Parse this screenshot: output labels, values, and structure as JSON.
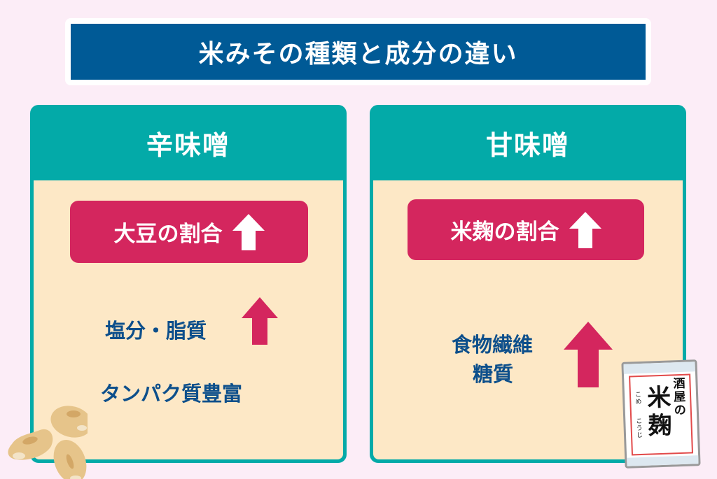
{
  "title": "米みその種類と成分の違い",
  "panels": [
    {
      "heading": "辛味噌",
      "ratio_label": "大豆の割合",
      "lines": [
        "塩分・脂質",
        "タンパク質豊富"
      ]
    },
    {
      "heading": "甘味噌",
      "ratio_label": "米麹の割合",
      "lines": [
        "食物繊維",
        "糖質"
      ]
    }
  ],
  "koji_bag": {
    "brand": "酒屋の",
    "name": "米麹",
    "ruby_kome": "こめ",
    "ruby_kouji": "こうじ"
  },
  "colors": {
    "background": "#fcedf7",
    "title": "#005a96",
    "panel": "#03aaa8",
    "panel_body": "#fde8c6",
    "accent": "#d4265e",
    "text": "#0d4f8b"
  }
}
